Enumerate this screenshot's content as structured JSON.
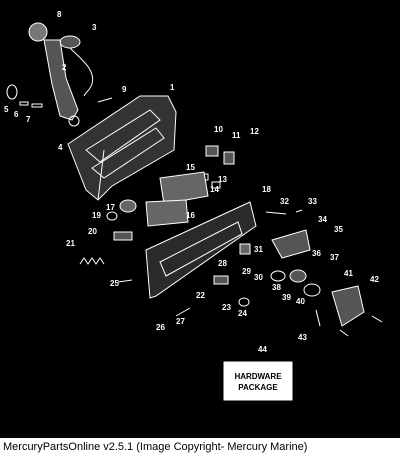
{
  "diagram": {
    "part_numbers": [
      "1",
      "2",
      "3",
      "4",
      "5",
      "6",
      "7",
      "8",
      "9",
      "10",
      "11",
      "12",
      "13",
      "14",
      "15",
      "16",
      "17",
      "18",
      "19",
      "20",
      "21",
      "22",
      "23",
      "24",
      "25",
      "26",
      "27",
      "28",
      "29",
      "30",
      "31",
      "32",
      "33",
      "34",
      "35",
      "36",
      "37",
      "38",
      "39",
      "40",
      "41",
      "42",
      "43",
      "44"
    ],
    "hardware_box": {
      "line1": "HARDWARE",
      "line2": "PACKAGE"
    },
    "colors": {
      "background": "#000000",
      "linework": "#ffffff",
      "footer_bg": "#ffffff"
    }
  },
  "footer": {
    "text": "MercuryPartsOnline v2.5.1 (Image Copyright- Mercury Marine)"
  }
}
